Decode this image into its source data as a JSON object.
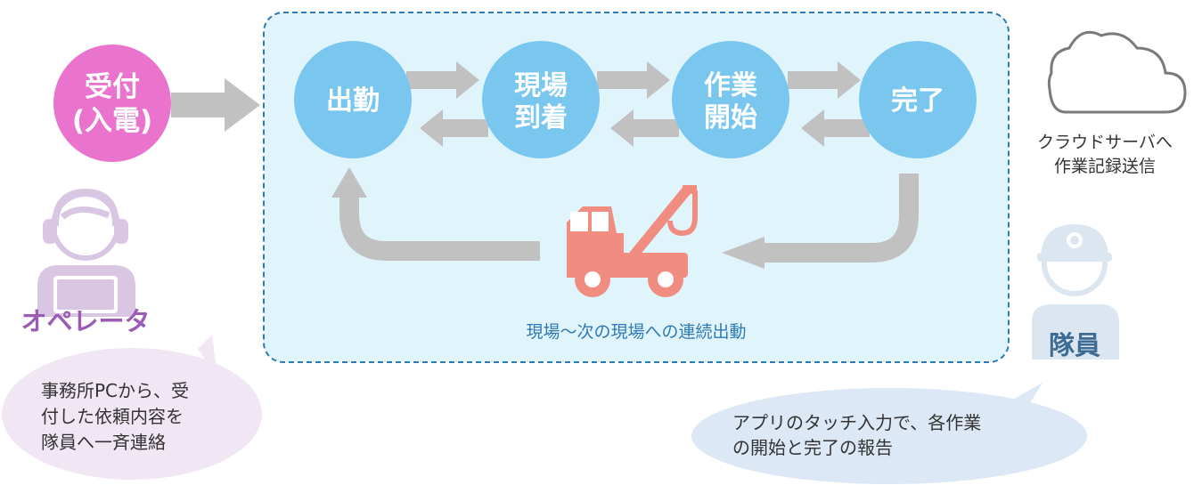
{
  "reception": {
    "line1": "受付",
    "line2": "(入電)"
  },
  "flow": {
    "steps": [
      {
        "line1": "出勤",
        "line2": ""
      },
      {
        "line1": "現場",
        "line2": "到着"
      },
      {
        "line1": "作業",
        "line2": "開始"
      },
      {
        "line1": "完了",
        "line2": ""
      }
    ],
    "loop_caption": "現場〜次の現場への連続出動"
  },
  "operator": {
    "label": "オペレータ",
    "bubble": [
      "事務所PCから、受",
      "付した依頼内容を",
      "隊員へ一斉連絡"
    ]
  },
  "cloud": {
    "caption": [
      "クラウドサーバへ",
      "作業記録送信"
    ]
  },
  "crew": {
    "label": "隊員",
    "bubble": [
      "アプリのタッチ入力で、各作業",
      "の開始と完了の報告"
    ]
  },
  "colors": {
    "step_circle": "#79c7ee",
    "reception_circle": "#ea74cd",
    "flow_area": "#e0f4fc",
    "flow_border": "#2f79b4",
    "arrow": "#c1c1c1",
    "truck": "#f08c80",
    "operator_icon": "#d9c6e3",
    "operator_label": "#9a5cb4",
    "crew_icon": "#dbe6f1",
    "crew_label": "#3c6b93",
    "operator_bubble": "#f1e6f4",
    "crew_bubble": "#dce8f5"
  },
  "icons": [
    "cloud-icon",
    "tow-truck-icon",
    "operator-headset-icon",
    "crew-helmet-icon"
  ]
}
